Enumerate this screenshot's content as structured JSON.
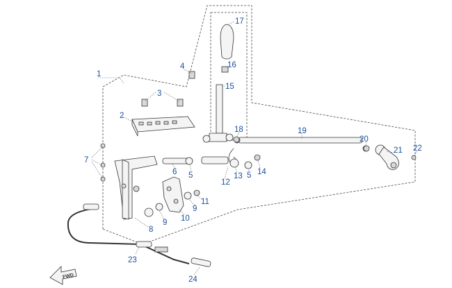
{
  "callouts": {
    "c1": "1",
    "c2": "2",
    "c3": "3",
    "c4": "4",
    "c5a": "5",
    "c5b": "5",
    "c6": "6",
    "c7": "7",
    "c8": "8",
    "c9a": "9",
    "c9b": "9",
    "c10": "10",
    "c11": "11",
    "c12": "12",
    "c13": "13",
    "c14": "14",
    "c15": "15",
    "c16": "16",
    "c17": "17",
    "c18": "18",
    "c19": "19",
    "c20": "20",
    "c21": "21",
    "c22": "22",
    "c23": "23",
    "c24": "24"
  },
  "fwd_label": "FWD"
}
